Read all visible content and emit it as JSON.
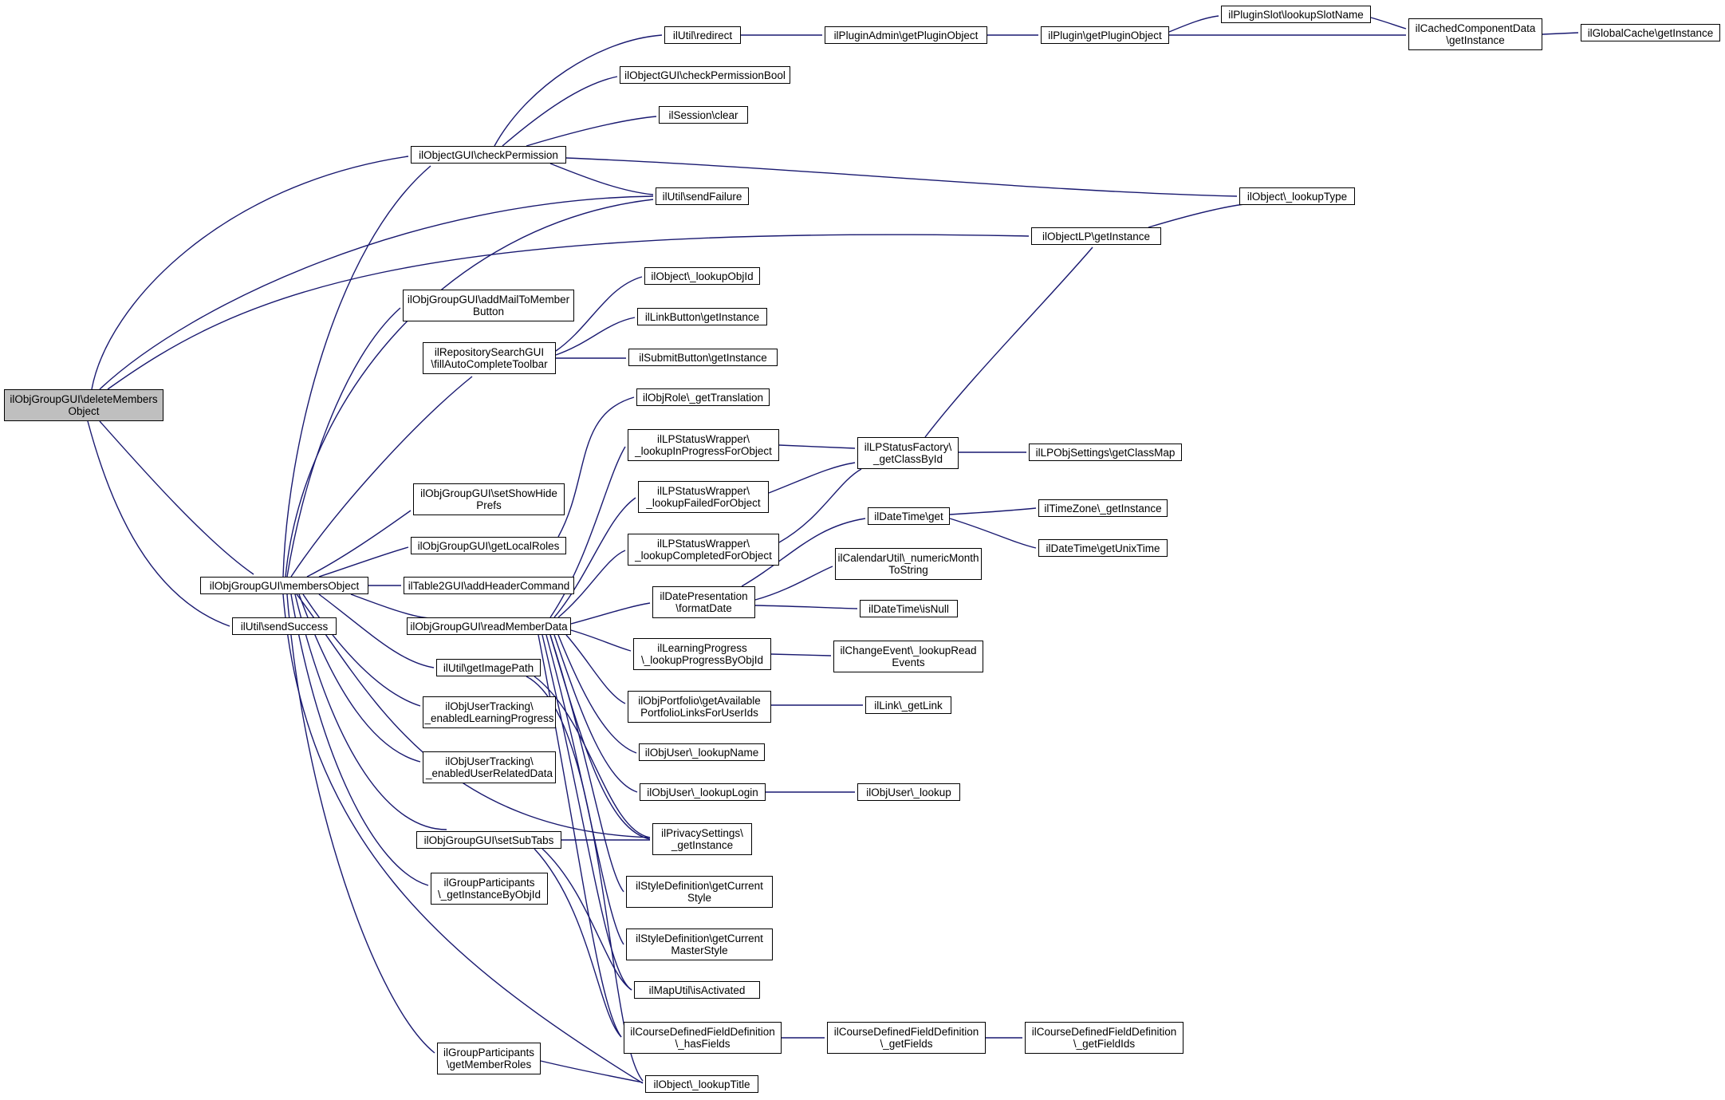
{
  "colors": {
    "edge": "#191970",
    "node_border": "#000000",
    "node_fill": "#ffffff",
    "root_fill": "#bfbfbf",
    "background": "#ffffff"
  },
  "nodes": {
    "deleteMembersObject": "ilObjGroupGUI\\deleteMembers\nObject",
    "membersObject": "ilObjGroupGUI\\membersObject",
    "sendSuccess": "ilUtil\\sendSuccess",
    "checkPermission": "ilObjectGUI\\checkPermission",
    "sendFailure": "ilUtil\\sendFailure",
    "objectLPGetInstance": "ilObjectLP\\getInstance",
    "redirect": "ilUtil\\redirect",
    "checkPermissionBool": "ilObjectGUI\\checkPermissionBool",
    "sessionClear": "ilSession\\clear",
    "lookupType": "ilObject\\_lookupType",
    "pluginAdminGetPluginObject": "ilPluginAdmin\\getPluginObject",
    "pluginGetPluginObject": "ilPlugin\\getPluginObject",
    "lookupSlotName": "ilPluginSlot\\lookupSlotName",
    "cachedComponentData": "ilCachedComponentData\n\\getInstance",
    "globalCache": "ilGlobalCache\\getInstance",
    "addMailToMember": "ilObjGroupGUI\\addMailToMember\nButton",
    "fillAutoComplete": "ilRepositorySearchGUI\n\\fillAutoCompleteToolbar",
    "lookupObjId": "ilObject\\_lookupObjId",
    "linkButton": "ilLinkButton\\getInstance",
    "submitButton": "ilSubmitButton\\getInstance",
    "setShowHidePrefs": "ilObjGroupGUI\\setShowHide\nPrefs",
    "getLocalRoles": "ilObjGroupGUI\\getLocalRoles",
    "addHeaderCommand": "ilTable2GUI\\addHeaderCommand",
    "readMemberData": "ilObjGroupGUI\\readMemberData",
    "getImagePath": "ilUtil\\getImagePath",
    "enabledLearningProgress": "ilObjUserTracking\\\n_enabledLearningProgress",
    "enabledUserRelatedData": "ilObjUserTracking\\\n_enabledUserRelatedData",
    "setSubTabs": "ilObjGroupGUI\\setSubTabs",
    "groupParticipantsInstance": "ilGroupParticipants\n\\_getInstanceByObjId",
    "groupParticipantsRoles": "ilGroupParticipants\n\\getMemberRoles",
    "getTranslation": "ilObjRole\\_getTranslation",
    "lookupInProgress": "ilLPStatusWrapper\\\n_lookupInProgressForObject",
    "lookupFailed": "ilLPStatusWrapper\\\n_lookupFailedForObject",
    "lookupCompleted": "ilLPStatusWrapper\\\n_lookupCompletedForObject",
    "formatDate": "ilDatePresentation\n\\formatDate",
    "lookupProgressByObjId": "ilLearningProgress\n\\_lookupProgressByObjId",
    "portfolioLinks": "ilObjPortfolio\\getAvailable\nPortfolioLinksForUserIds",
    "lookupName": "ilObjUser\\_lookupName",
    "lookupLogin": "ilObjUser\\_lookupLogin",
    "privacySettings": "ilPrivacySettings\\\n_getInstance",
    "currentStyle": "ilStyleDefinition\\getCurrent\nStyle",
    "currentMasterStyle": "ilStyleDefinition\\getCurrent\nMasterStyle",
    "mapUtil": "ilMapUtil\\isActivated",
    "hasFields": "ilCourseDefinedFieldDefinition\n\\_hasFields",
    "lookupTitle": "ilObject\\_lookupTitle",
    "lpStatusFactory": "ilLPStatusFactory\\\n_getClassById",
    "lpObjSettings": "ilLPObjSettings\\getClassMap",
    "dateTimeGet": "ilDateTime\\get",
    "timeZone": "ilTimeZone\\_getInstance",
    "unixTime": "ilDateTime\\getUnixTime",
    "numericMonth": "ilCalendarUtil\\_numericMonth\nToString",
    "isNull": "ilDateTime\\isNull",
    "changeEvent": "ilChangeEvent\\_lookupRead\nEvents",
    "linkGetLink": "ilLink\\_getLink",
    "objUserLookup": "ilObjUser\\_lookup",
    "getFields": "ilCourseDefinedFieldDefinition\n\\_getFields",
    "getFieldIds": "ilCourseDefinedFieldDefinition\n\\_getFieldIds"
  }
}
